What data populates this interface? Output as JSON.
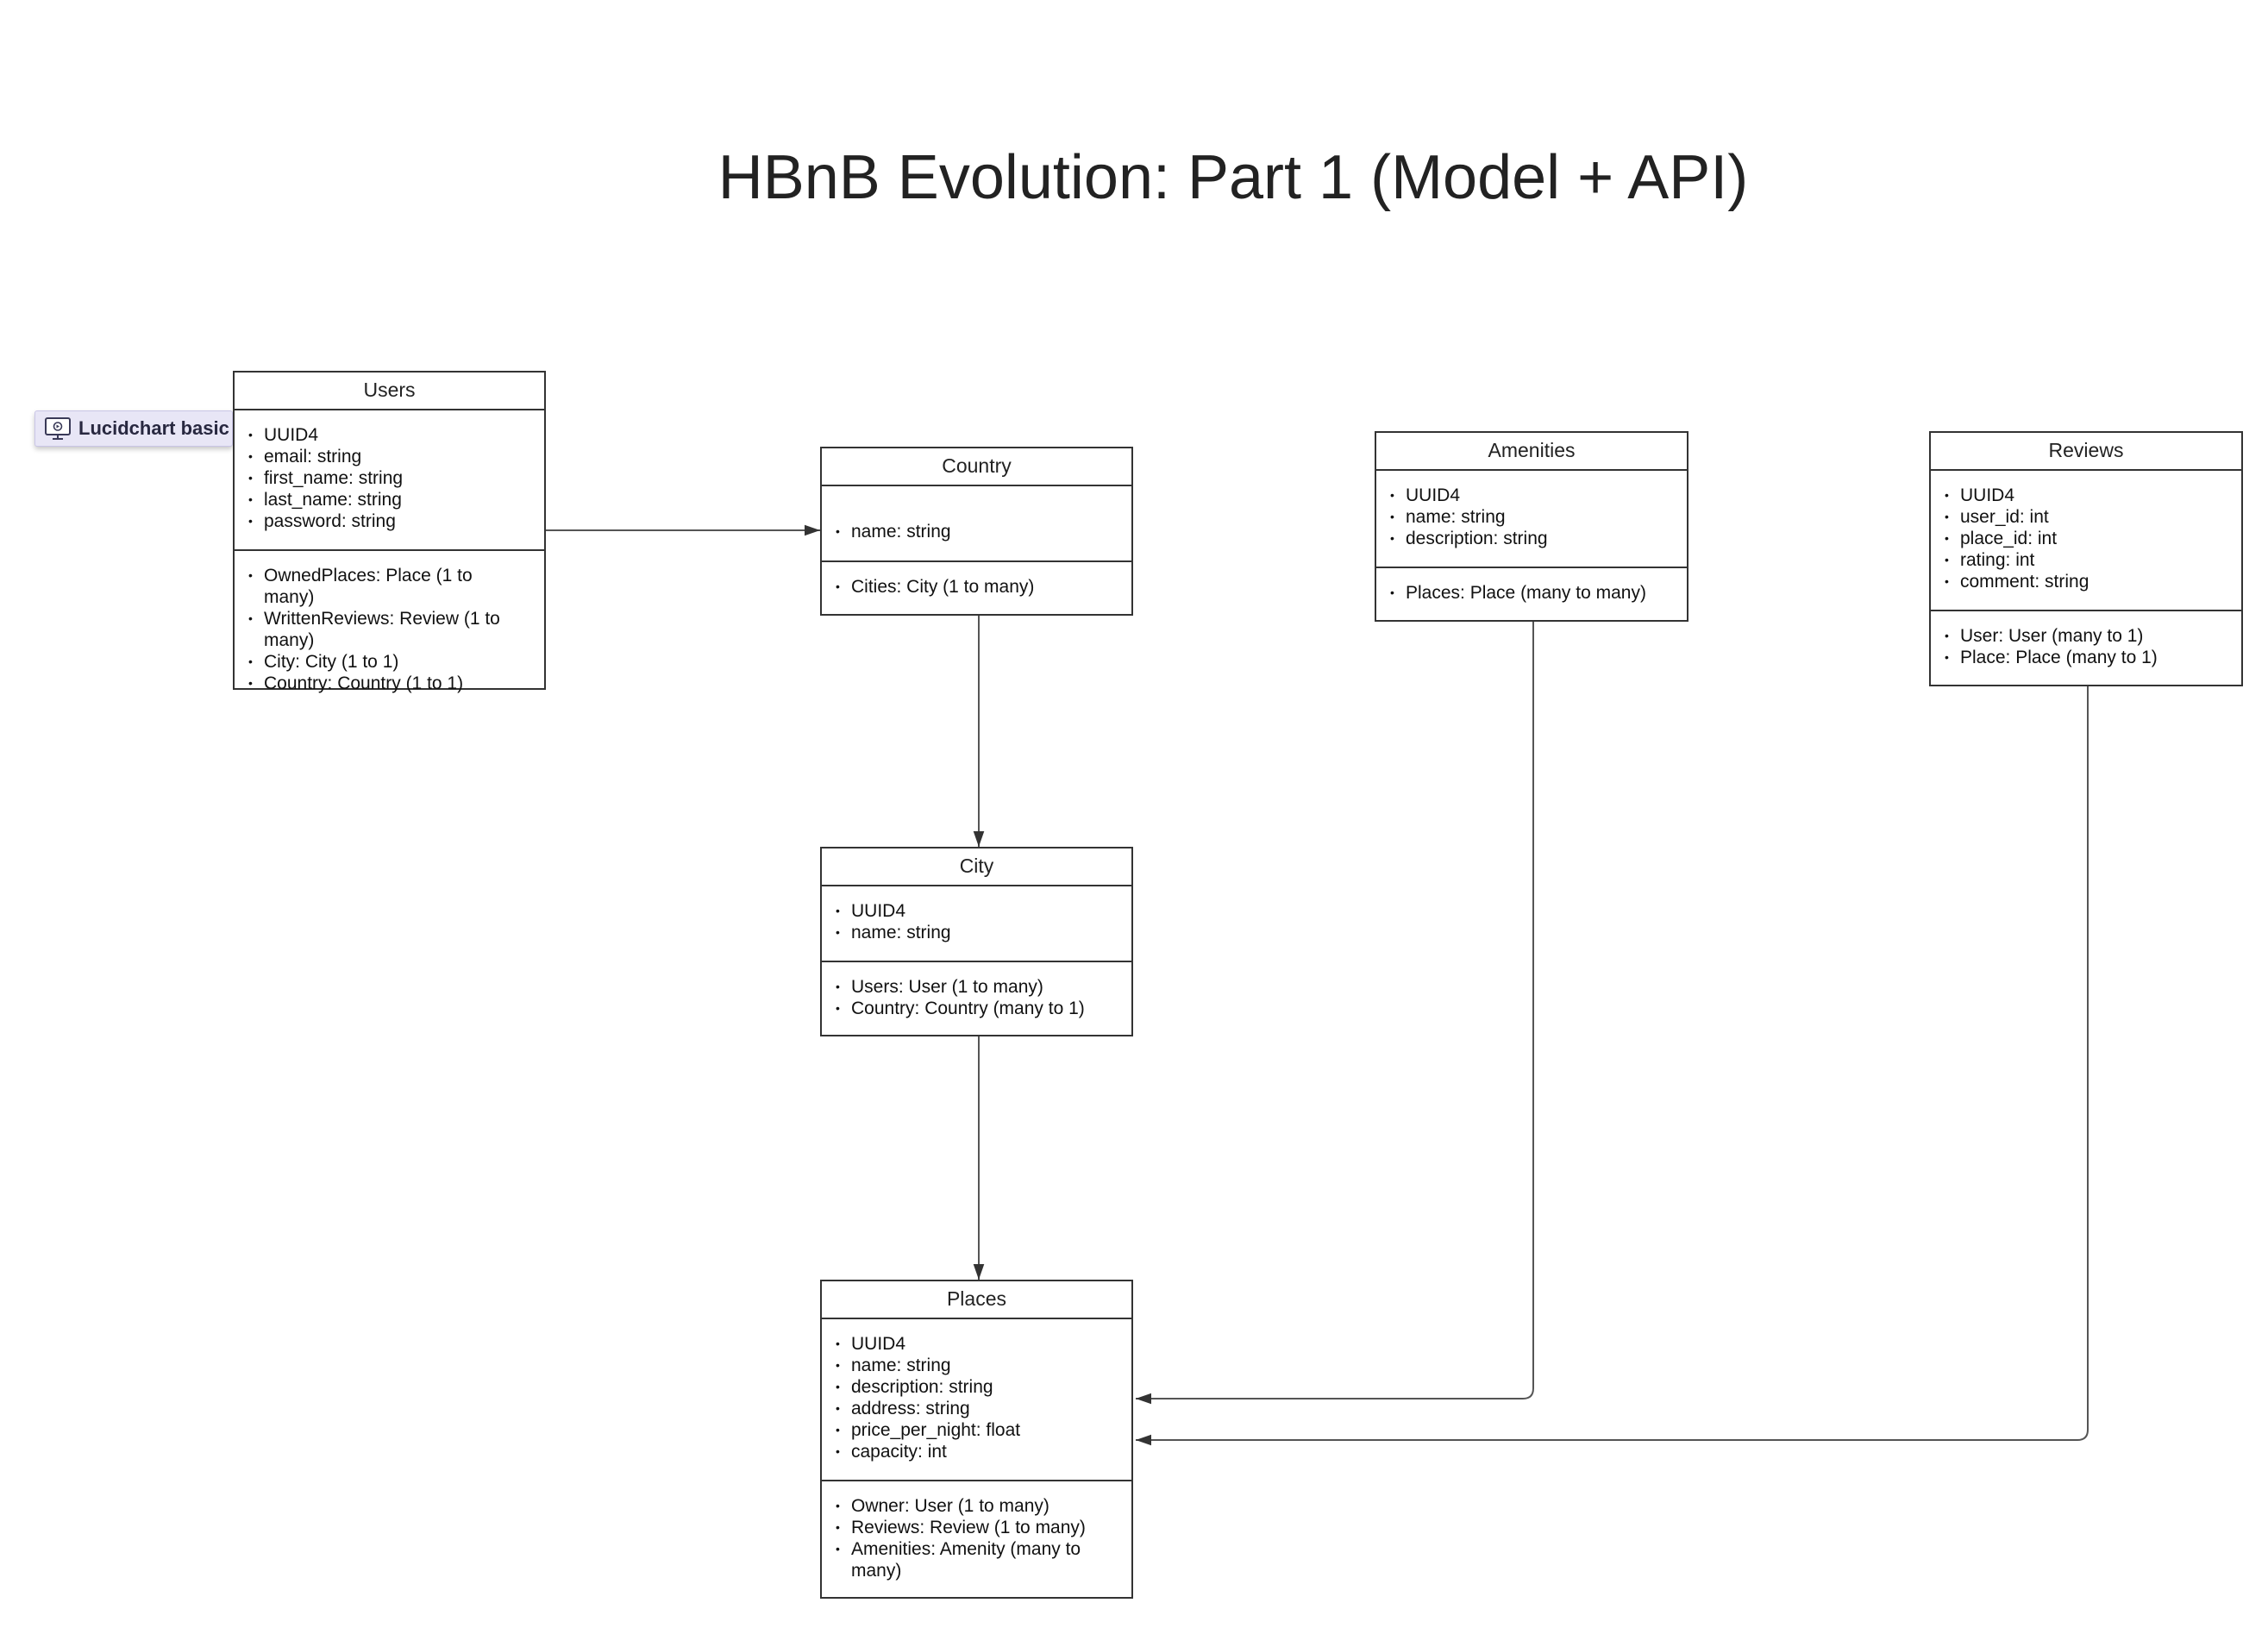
{
  "diagram": {
    "title": "HBnB Evolution: Part 1 (Model + API)",
    "badge": {
      "label": "Lucidchart basic",
      "icon": "monitor-icon"
    },
    "classes": {
      "users": {
        "name": "Users",
        "attributes": [
          "UUID4",
          "email: string",
          "first_name: string",
          "last_name: string",
          "password: string"
        ],
        "relations": [
          "OwnedPlaces: Place (1 to many)",
          "WrittenReviews: Review (1 to many)",
          "City: City (1 to 1)",
          "Country: Country (1 to 1)"
        ]
      },
      "country": {
        "name": "Country",
        "attributes": [
          "name: string"
        ],
        "relations": [
          "Cities: City (1 to many)"
        ]
      },
      "amenities": {
        "name": "Amenities",
        "attributes": [
          "UUID4",
          "name: string",
          "description: string"
        ],
        "relations": [
          "Places: Place (many to many)"
        ]
      },
      "reviews": {
        "name": "Reviews",
        "attributes": [
          "UUID4",
          "user_id: int",
          "place_id: int",
          "rating: int",
          "comment: string"
        ],
        "relations": [
          "User: User (many to 1)",
          "Place: Place (many to 1)"
        ]
      },
      "city": {
        "name": "City",
        "attributes": [
          "UUID4",
          "name: string"
        ],
        "relations": [
          "Users: User (1 to many)",
          "Country: Country (many to 1)"
        ]
      },
      "places": {
        "name": "Places",
        "attributes": [
          "UUID4",
          "name: string",
          "description: string",
          "address: string",
          "price_per_night: float",
          "capacity: int"
        ],
        "relations": [
          "Owner: User (1 to many)",
          "Reviews: Review (1 to many)",
          "Amenities: Amenity (many to many)"
        ]
      }
    }
  }
}
